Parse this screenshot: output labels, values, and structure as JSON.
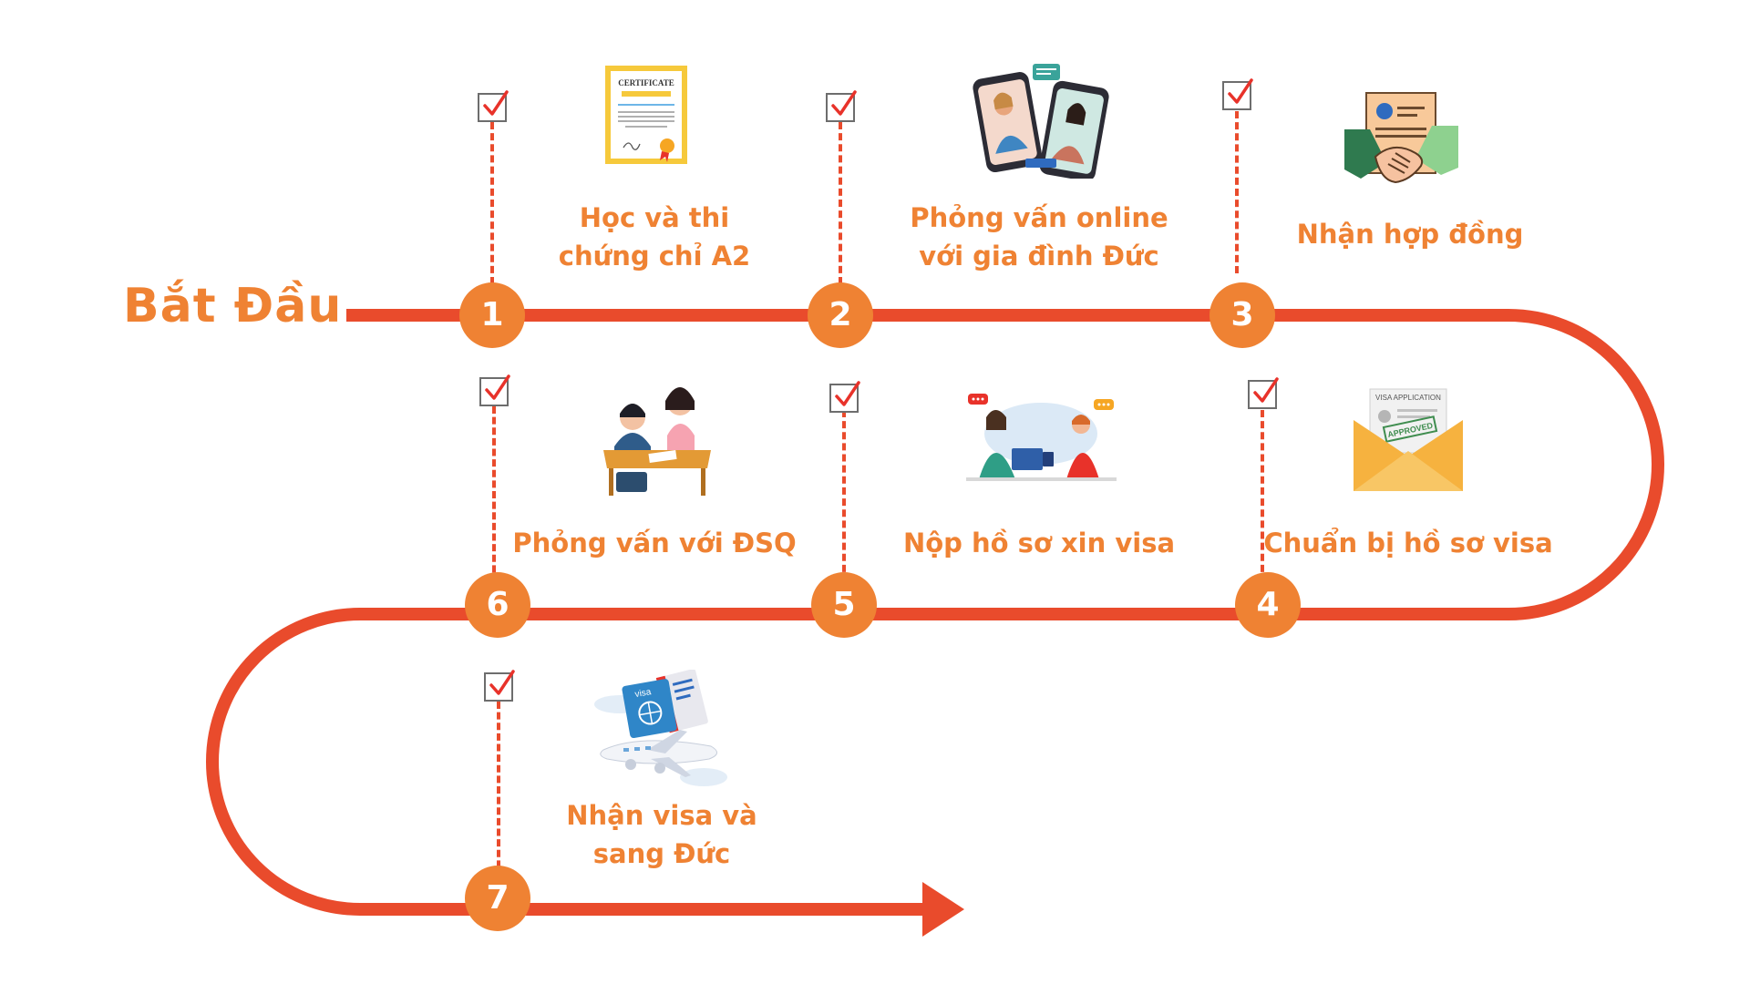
{
  "start_label": "Bắt Đầu",
  "colors": {
    "path": "#e94b2c",
    "circle": "#ef8233",
    "text": "#ef8233"
  },
  "steps": [
    {
      "number": "1",
      "label_line1": "Học và thi",
      "label_line2": "chứng chỉ A2",
      "illustration": "certificate-icon",
      "cert_title": "CERTIFICATE"
    },
    {
      "number": "2",
      "label_line1": "Phỏng vấn online",
      "label_line2": "với gia đình Đức",
      "illustration": "video-call-icon"
    },
    {
      "number": "3",
      "label_line1": "Nhận hợp đồng",
      "label_line2": "",
      "illustration": "handshake-contract-icon"
    },
    {
      "number": "4",
      "label_line1": "Chuẩn bị hồ sơ visa",
      "label_line2": "",
      "illustration": "visa-application-envelope-icon",
      "visa_header": "VISA APPLICATION",
      "stamp": "APPROVED"
    },
    {
      "number": "5",
      "label_line1": "Nộp hồ sơ xin visa",
      "label_line2": "",
      "illustration": "visa-submission-icon"
    },
    {
      "number": "6",
      "label_line1": "Phỏng vấn với ĐSQ",
      "label_line2": "",
      "illustration": "embassy-interview-icon"
    },
    {
      "number": "7",
      "label_line1": "Nhận visa và",
      "label_line2": "sang Đức",
      "illustration": "airplane-visa-icon",
      "visa_card": "visa"
    }
  ]
}
